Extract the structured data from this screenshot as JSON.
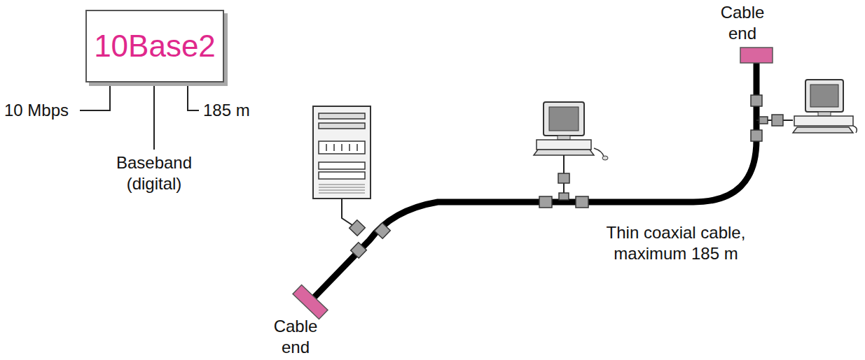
{
  "diagram": {
    "nodes": [
      {
        "text": [
          "10Base2"
        ]
      }
    ],
    "labels": [
      "10 Mbps",
      "Baseband (digital)",
      "185 m",
      "Cable end",
      "Cable end",
      "Thin coaxial cable, maximum 185 m"
    ]
  }
}
